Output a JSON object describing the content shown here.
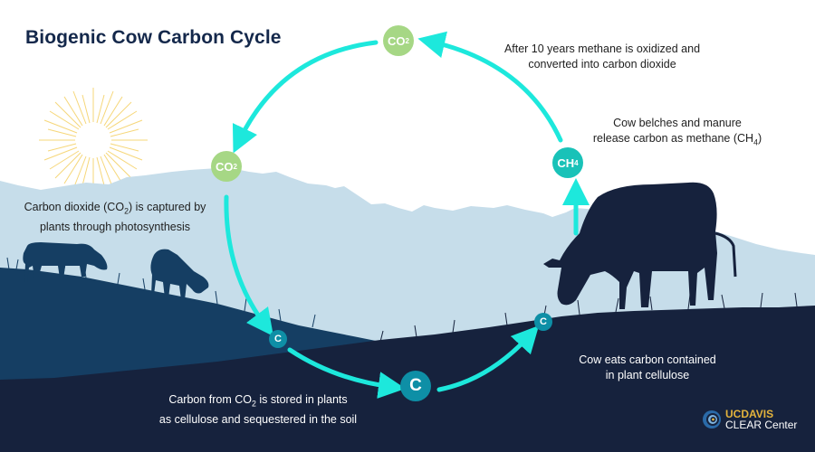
{
  "title": "Biogenic Cow Carbon Cycle",
  "colors": {
    "title": "#14284b",
    "sky": "#ffffff",
    "mountains": "#c6ddea",
    "hill_mid": "#153e63",
    "ground_dark": "#16223d",
    "arrow": "#1de8dc",
    "co2_node": "#a6d785",
    "ch4_node": "#19c2b8",
    "c_node": "#0e8fa6",
    "sun": "#f6d77a",
    "logo_gold": "#e3b33c"
  },
  "nodes": {
    "co2_top": {
      "label": "CO",
      "sub": "2"
    },
    "co2_left": {
      "label": "CO",
      "sub": "2"
    },
    "ch4": {
      "label": "CH",
      "sub": "4"
    },
    "c_soil": {
      "label": "C"
    },
    "c_center": {
      "label": "C"
    },
    "c_cow": {
      "label": "C"
    }
  },
  "captions": {
    "oxidized": {
      "line1": "After 10 years methane is oxidized and",
      "line2": "converted into carbon dioxide"
    },
    "belches": {
      "line1": "Cow belches and manure",
      "line2_pre": "release carbon as methane (CH",
      "line2_sub": "4",
      "line2_post": ")"
    },
    "captured": {
      "line1_pre": "Carbon dioxide (CO",
      "line1_sub": "2",
      "line1_post": ") is captured by",
      "line2": "plants through photosynthesis"
    },
    "stored": {
      "line1_pre": "Carbon from CO",
      "line1_sub": "2",
      "line1_post": " is stored in plants",
      "line2": "as cellulose and sequestered in the soil"
    },
    "eats": {
      "line1": "Cow eats carbon contained",
      "line2": "in plant cellulose"
    }
  },
  "logo": {
    "uc": "UC",
    "davis": "DAVIS",
    "center": "CLEAR Center"
  }
}
